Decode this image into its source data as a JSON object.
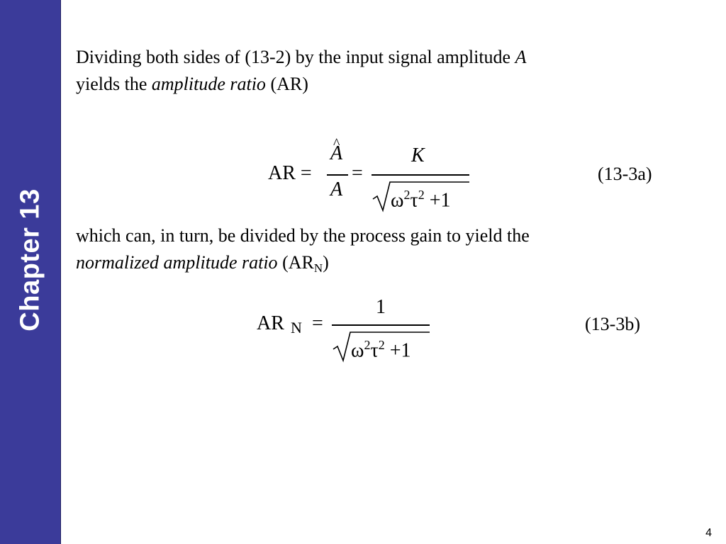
{
  "sidebar": {
    "chapter_label": "Chapter 13"
  },
  "para1": {
    "text1": "Dividing both sides of (13-2) by the input signal amplitude ",
    "var_a": "A",
    "text2": "yields the ",
    "italic": "amplitude ratio",
    "text3": " (AR)"
  },
  "eq1": {
    "lhs": "AR =",
    "num1": "A",
    "den1": "A",
    "equals": "=",
    "num2": "K",
    "omega": "ω",
    "tau": "τ",
    "exp": "2",
    "plus_one": "+1",
    "number": "(13-3a)"
  },
  "para2": {
    "text1": "which can, in turn, be divided by the process gain to yield the",
    "italic": "normalized amplitude ratio",
    "text2": " (AR",
    "sub": "N",
    "text3": ")"
  },
  "eq2": {
    "lhs": "AR",
    "sub": "N",
    "equals": "=",
    "num": "1",
    "omega": "ω",
    "tau": "τ",
    "exp": "2",
    "plus_one": "+1",
    "number": "(13-3b)"
  },
  "page_number": "4"
}
